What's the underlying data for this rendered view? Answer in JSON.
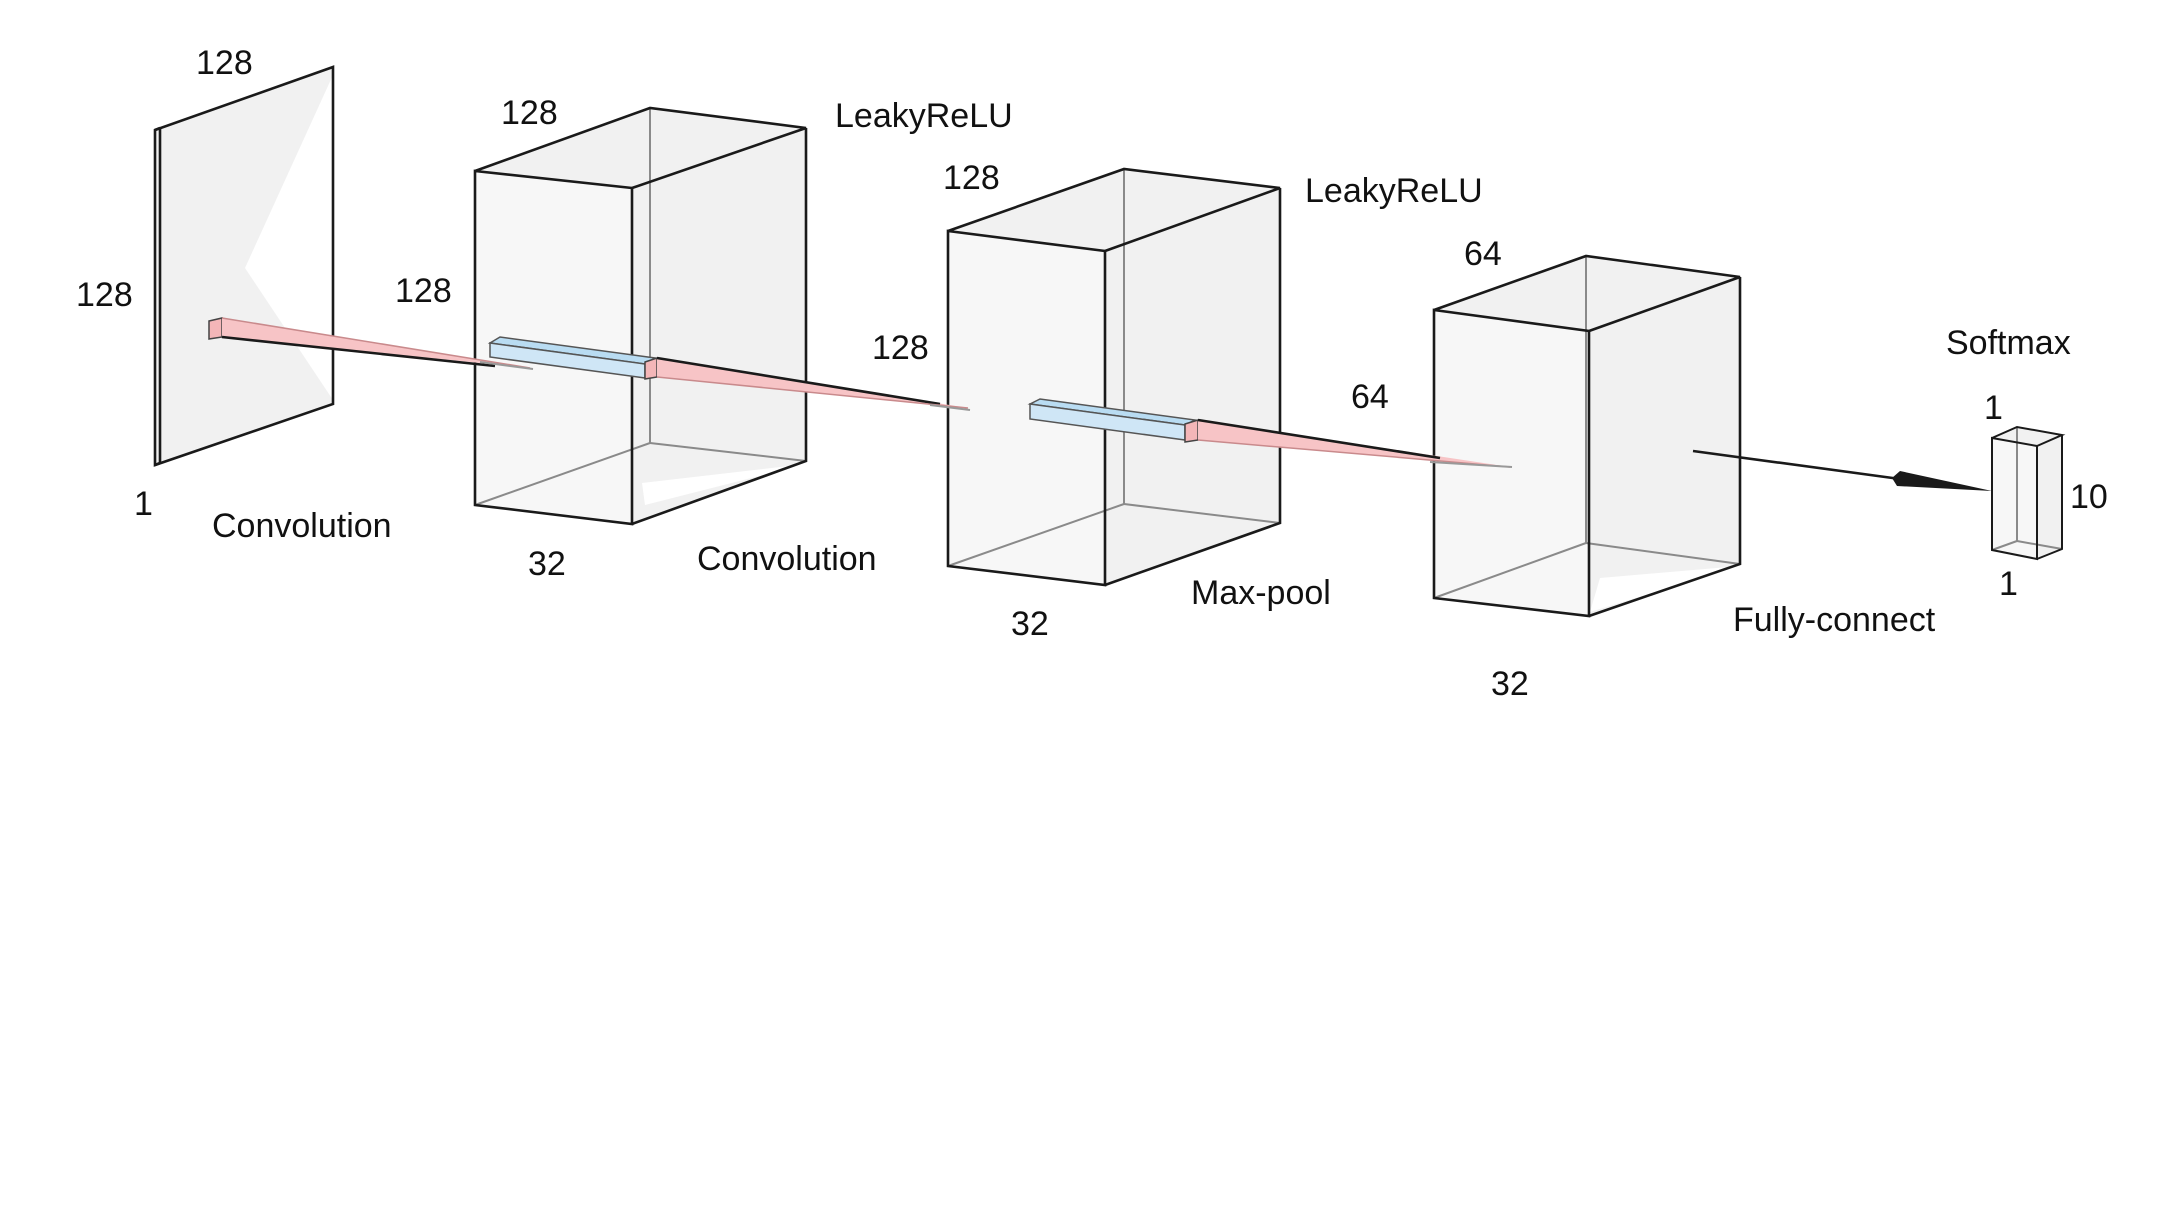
{
  "colors": {
    "volume_fill": "#f1f1f1",
    "edge": "#1a1a1a",
    "hidden_edge": "#8a8a8a",
    "conv_kernel": "#f4b6b8",
    "pool_kernel": "#b9dcf2"
  },
  "layers": [
    {
      "id": "input",
      "dims": {
        "top": "128",
        "left": "128",
        "bottom": "1"
      }
    },
    {
      "id": "conv1",
      "dims": {
        "top": "128",
        "left": "128",
        "bottom": "32"
      },
      "activation": "LeakyReLU"
    },
    {
      "id": "conv2",
      "dims": {
        "top": "128",
        "left": "128",
        "bottom": "32"
      },
      "activation": "LeakyReLU"
    },
    {
      "id": "pool",
      "dims": {
        "top": "64",
        "left": "64",
        "bottom": "32"
      }
    },
    {
      "id": "output",
      "dims": {
        "top": "1",
        "right": "10",
        "bottom": "1"
      },
      "activation": "Softmax"
    }
  ],
  "operations": [
    {
      "id": "op1",
      "label": "Convolution"
    },
    {
      "id": "op2",
      "label": "Convolution"
    },
    {
      "id": "op3",
      "label": "Max-pool"
    },
    {
      "id": "op4",
      "label": "Fully-connect"
    }
  ]
}
